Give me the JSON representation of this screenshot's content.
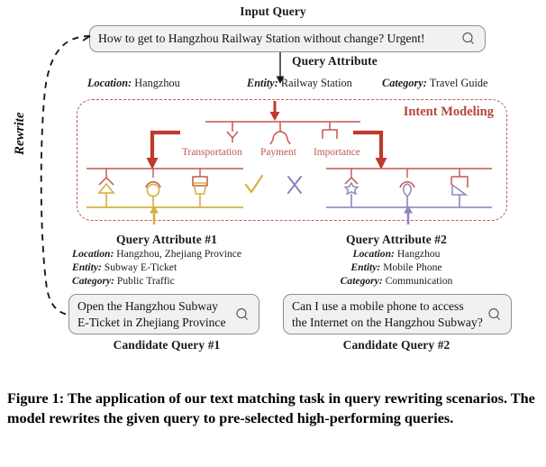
{
  "figure": {
    "input_query_heading": "Input Query",
    "input_query_text": "How to get to Hangzhou Railway Station without change? Urgent!",
    "query_attribute_arrow_label": "Query Attribute",
    "rewrite_label": "Rewrite",
    "caption": "Figure 1: The application of our text matching task in query rewriting scenarios. The model rewrites the given query to pre-selected high-performing queries."
  },
  "top_attributes": [
    {
      "key": "Location:",
      "value": "Hangzhou"
    },
    {
      "key": "Entity:",
      "value": "Railway Station"
    },
    {
      "key": "Category:",
      "value": "Travel Guide"
    }
  ],
  "intent": {
    "title": "Intent Modeling",
    "facets": [
      "Transportation",
      "Payment",
      "Importance"
    ],
    "match_mark": "✓",
    "mismatch_mark": "✗"
  },
  "candidates": [
    {
      "attribute_heading": "Query Attribute #1",
      "attributes": [
        {
          "key": "Location:",
          "value": "Hangzhou, Zhejiang Province"
        },
        {
          "key": "Entity:",
          "value": "Subway E-Ticket"
        },
        {
          "key": "Category:",
          "value": "Public Traffic"
        }
      ],
      "query_line1": "Open the Hangzhou Subway",
      "query_line2": "E-Ticket in Zhejiang Province",
      "caption": "Candidate Query #1"
    },
    {
      "attribute_heading": "Query Attribute #2",
      "attributes": [
        {
          "key": "Location:",
          "value": "Hangzhou"
        },
        {
          "key": "Entity:",
          "value": "Mobile Phone"
        },
        {
          "key": "Category:",
          "value": "Communication"
        }
      ],
      "query_line1": "Can I use a mobile phone to access",
      "query_line2": "the Internet on the Hangzhou Subway?",
      "caption": "Candidate Query #2"
    }
  ],
  "colors": {
    "red": "#c4564e",
    "red_strong": "#c0392f",
    "gold": "#d4b13f",
    "purple": "#8f85c0",
    "box_border": "#8f8f8f",
    "box_fill": "#f1f1f1",
    "intent_title": "#b5453c"
  }
}
